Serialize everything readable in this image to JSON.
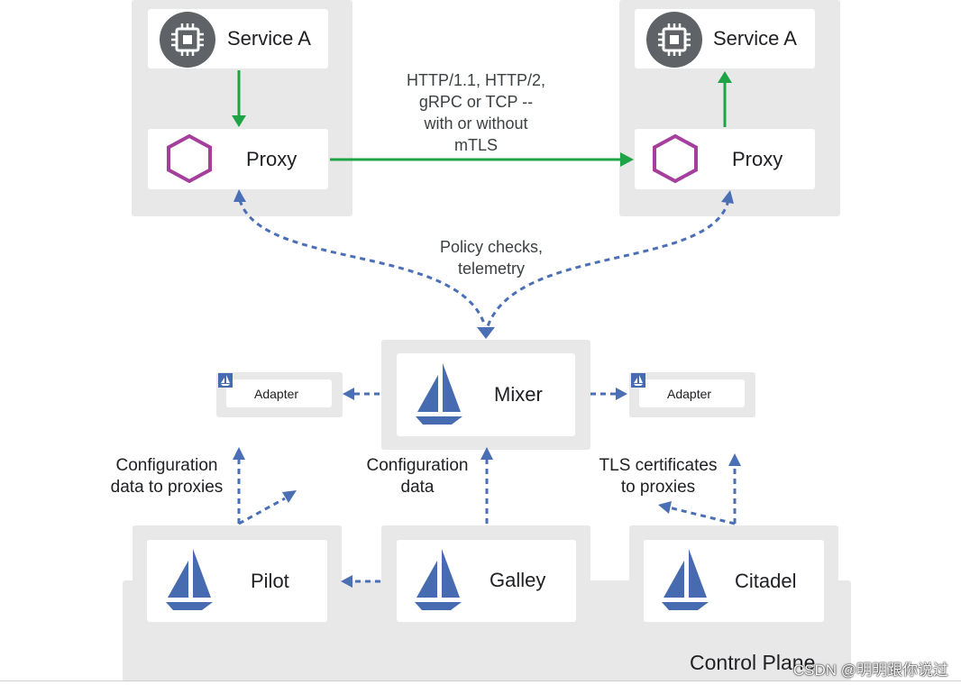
{
  "service_left": {
    "label": "Service A"
  },
  "service_right": {
    "label": "Service A"
  },
  "proxy_left": {
    "label": "Proxy"
  },
  "proxy_right": {
    "label": "Proxy"
  },
  "protocol_note": [
    "HTTP/1.1, HTTP/2,",
    "gRPC or TCP --",
    "with or without",
    "mTLS"
  ],
  "policy_note": [
    "Policy checks,",
    "telemetry"
  ],
  "mixer": {
    "label": "Mixer"
  },
  "adapter_left": {
    "label": "Adapter"
  },
  "adapter_right": {
    "label": "Adapter"
  },
  "config_proxies_note": [
    "Configuration",
    "data to proxies"
  ],
  "config_data_note": [
    "Configuration",
    "data"
  ],
  "tls_note": [
    "TLS certificates",
    "to proxies"
  ],
  "pilot": {
    "label": "Pilot"
  },
  "galley": {
    "label": "Galley"
  },
  "citadel": {
    "label": "Citadel"
  },
  "control_plane": {
    "label": "Control Plane"
  },
  "watermark": "CSDN @明明跟你说过",
  "colors": {
    "green_arrow": "#1ea446",
    "blue_arrow": "#4a6fb5",
    "sail": "#466bb0",
    "hexagon": "#a43f9c",
    "chip_bg": "#5f6368"
  },
  "icons": [
    "chip-icon",
    "hexagon-icon",
    "sailboat-icon"
  ]
}
